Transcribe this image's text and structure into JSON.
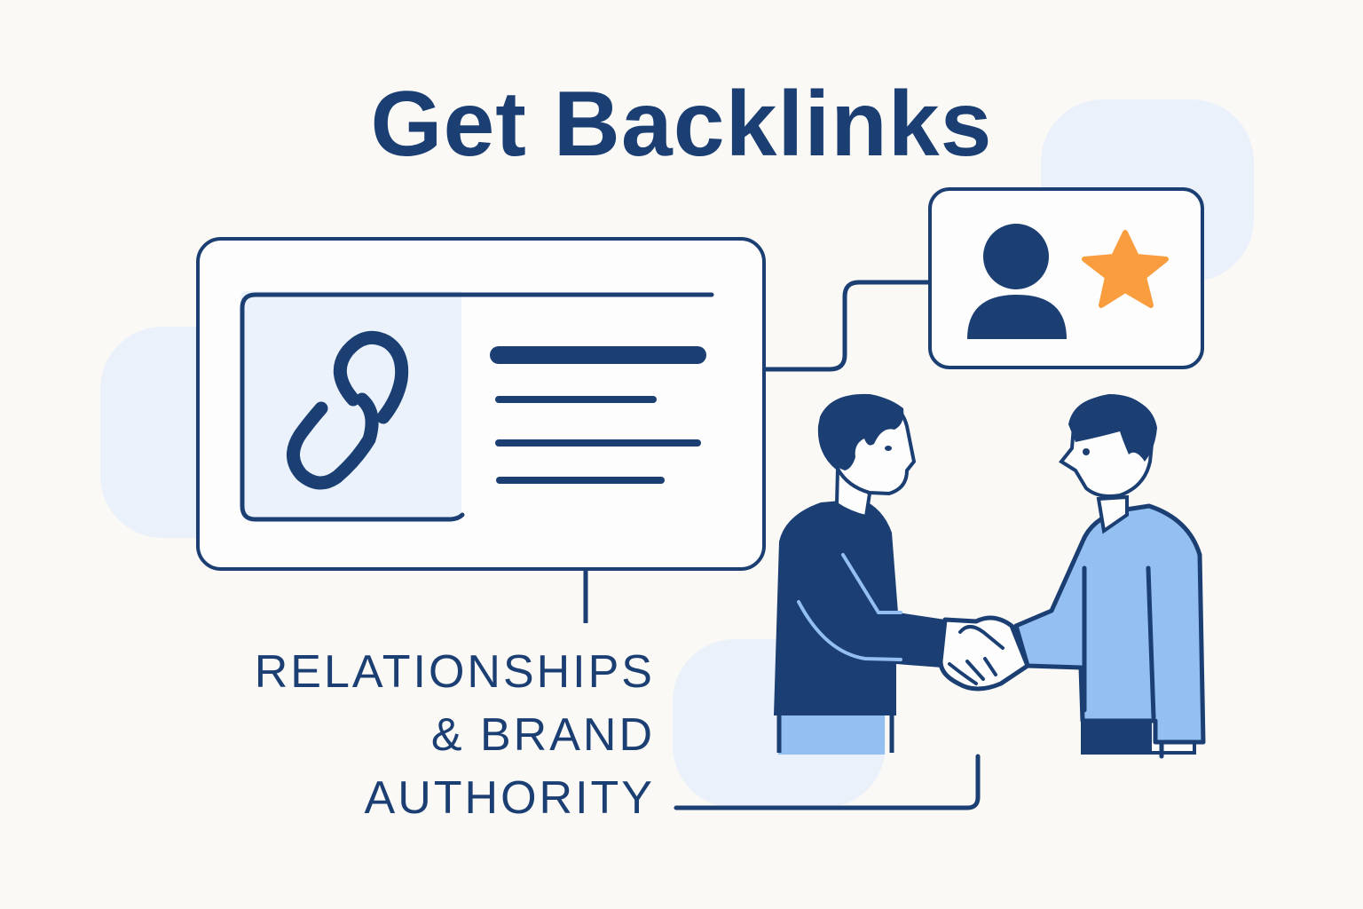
{
  "title": "Get Backlinks",
  "caption": {
    "line1": "RELATIONSHIPS",
    "line2": "& BRAND",
    "line3": "AUTHORITY"
  },
  "icons": {
    "link": "link-icon",
    "user": "user-icon",
    "star": "star-icon",
    "handshake": "handshake-illustration"
  },
  "colors": {
    "background": "#faf9f6",
    "navy": "#1b3f73",
    "light_blue": "#93c0f0",
    "pale_blue": "#ebf1fa",
    "star_orange": "#f99d3e"
  }
}
